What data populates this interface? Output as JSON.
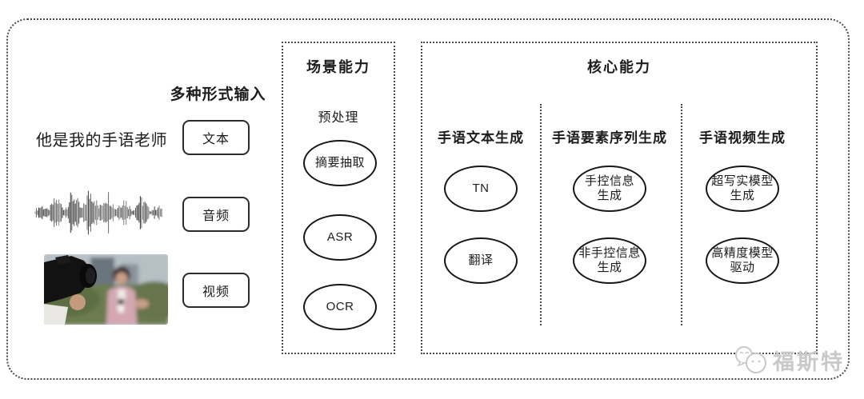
{
  "input_section": {
    "title": "多种形式输入",
    "sample_text": "他是我的手语老师",
    "items": [
      {
        "label": "文本"
      },
      {
        "label": "音频"
      },
      {
        "label": "视频"
      }
    ]
  },
  "scene_box": {
    "title": "场景能力",
    "subtitle": "预处理",
    "nodes": [
      "摘要抽取",
      "ASR",
      "OCR"
    ]
  },
  "core_box": {
    "title": "核心能力",
    "columns": [
      {
        "header": "手语文本生成",
        "nodes": [
          "TN",
          "翻译"
        ]
      },
      {
        "header": "手语要素序列生成",
        "nodes": [
          "手控信息\n生成",
          "非手控信息\n生成"
        ]
      },
      {
        "header": "手语视频生成",
        "nodes": [
          "超写实模型\n生成",
          "高精度模型\n驱动"
        ]
      }
    ]
  },
  "watermark": {
    "text": "福斯特",
    "icon": "chat-faces-icon"
  },
  "colors": {
    "line": "#4a4a4a",
    "text": "#1c1c1c",
    "watermark": "#c9c9c9"
  }
}
